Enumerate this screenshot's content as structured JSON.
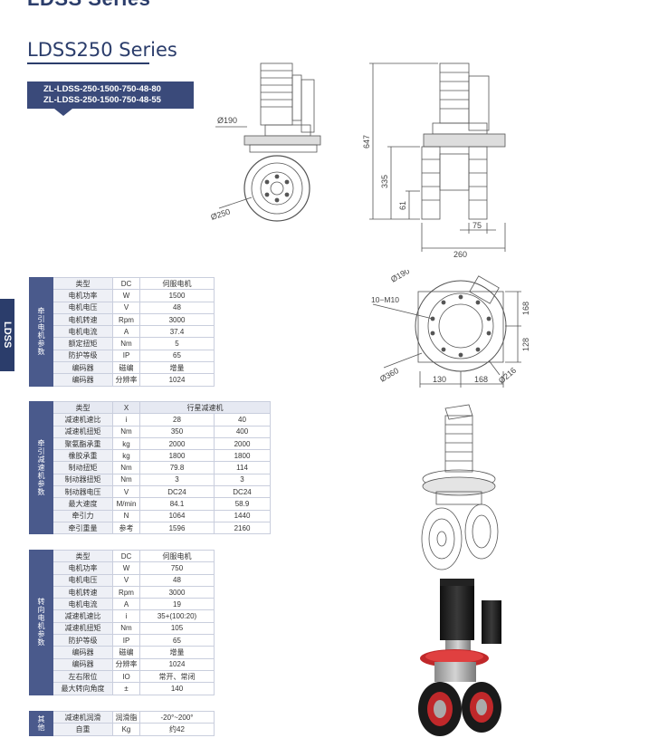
{
  "page": {
    "top_title": "LDSS Series",
    "series_title": "LDSS250 Series",
    "side_tab": "LDSS",
    "models": [
      "ZL-LDSS-250-1500-750-48-80",
      "ZL-LDSS-250-1500-750-48-55"
    ]
  },
  "drawings": {
    "front_dims": {
      "motor_dia": "Ø190",
      "wheel_dia": "Ø250"
    },
    "side_dims": {
      "total_h": "647",
      "h335": "335",
      "h61": "61",
      "w75": "75",
      "w260": "260"
    },
    "top_dims": {
      "d190": "Ø190",
      "bolts": "10−M10",
      "d360": "Ø360",
      "d216": "Ø216",
      "h168": "168",
      "h128": "128",
      "w130": "130",
      "w168": "168"
    }
  },
  "tables": {
    "traction_motor": {
      "category": "牵引电机参数",
      "rows": [
        [
          "类型",
          "DC",
          "伺服电机"
        ],
        [
          "电机功率",
          "W",
          "1500"
        ],
        [
          "电机电压",
          "V",
          "48"
        ],
        [
          "电机转速",
          "Rpm",
          "3000"
        ],
        [
          "电机电流",
          "A",
          "37.4"
        ],
        [
          "额定扭矩",
          "Nm",
          "5"
        ],
        [
          "防护等级",
          "IP",
          "65"
        ],
        [
          "编码器",
          "磁编",
          "增量"
        ],
        [
          "编码器",
          "分辨率",
          "1024"
        ]
      ]
    },
    "traction_reducer": {
      "category": "牵引减速机参数",
      "header": [
        "类型",
        "X",
        "行星减速机"
      ],
      "rows": [
        [
          "减速机速比",
          "i",
          "28",
          "40"
        ],
        [
          "减速机扭矩",
          "Nm",
          "350",
          "400"
        ],
        [
          "聚氨酯承重",
          "kg",
          "2000",
          "2000"
        ],
        [
          "橡胶承重",
          "kg",
          "1800",
          "1800"
        ],
        [
          "制动扭矩",
          "Nm",
          "79.8",
          "114"
        ],
        [
          "制动器扭矩",
          "Nm",
          "3",
          "3"
        ],
        [
          "制动器电压",
          "V",
          "DC24",
          "DC24"
        ],
        [
          "最大速度",
          "M/min",
          "84.1",
          "58.9"
        ],
        [
          "牵引力",
          "N",
          "1064",
          "1440"
        ],
        [
          "牵引重量",
          "参考",
          "1596",
          "2160"
        ]
      ]
    },
    "steering_motor": {
      "category": "转向电机参数",
      "rows": [
        [
          "类型",
          "DC",
          "伺服电机"
        ],
        [
          "电机功率",
          "W",
          "750"
        ],
        [
          "电机电压",
          "V",
          "48"
        ],
        [
          "电机转速",
          "Rpm",
          "3000"
        ],
        [
          "电机电流",
          "A",
          "19"
        ],
        [
          "减速机速比",
          "i",
          "35+(100:20)"
        ],
        [
          "减速机扭矩",
          "Nm",
          "105"
        ],
        [
          "防护等级",
          "IP",
          "65"
        ],
        [
          "编码器",
          "磁编",
          "增量"
        ],
        [
          "编码器",
          "分辨率",
          "1024"
        ],
        [
          "左右限位",
          "IO",
          "常开、常闭"
        ],
        [
          "最大转向角度",
          "±",
          "140"
        ]
      ]
    },
    "other": {
      "category": "其他",
      "rows": [
        [
          "减速机润滑",
          "润滑脂",
          "-20°~200°"
        ],
        [
          "自重",
          "Kg",
          "约42"
        ]
      ]
    }
  },
  "colors": {
    "brand": "#2b3d6b",
    "header": "#4a5a8c",
    "wheel_red": "#c0282a",
    "motor_dark": "#1c1c1c"
  }
}
